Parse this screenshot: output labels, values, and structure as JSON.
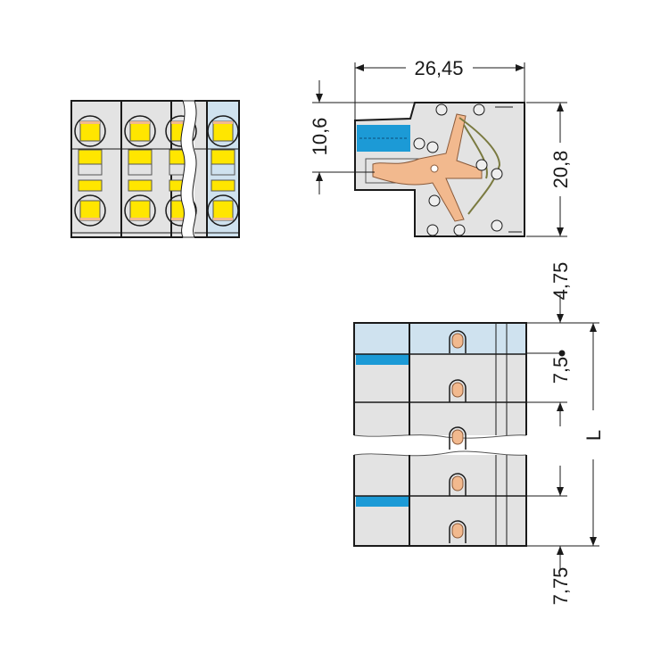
{
  "dimensions": {
    "width": "26,45",
    "height_total": "20,8",
    "height_entry": "10,6",
    "offset_top": "4,75",
    "pitch": "7,5",
    "offset_bottom": "7,75",
    "length": "L"
  },
  "colors": {
    "housing": "#e3e3e3",
    "light_blue": "#cfe2ef",
    "blue": "#1c9ad6",
    "yellow": "#ffe600",
    "copper": "#f2b98e",
    "line": "#1a1a1a"
  }
}
